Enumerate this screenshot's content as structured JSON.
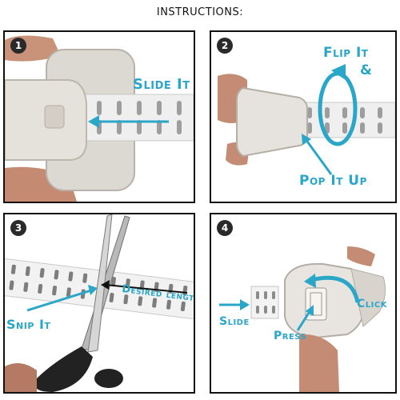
{
  "title": "INSTRUCTIONS:",
  "colors": {
    "accent": "#2aa6c8",
    "badge": "#2a2a2a",
    "border": "#111111"
  },
  "steps": [
    {
      "number": "1",
      "labels": [
        "Slide It"
      ]
    },
    {
      "number": "2",
      "labels": [
        "Flip It",
        "&",
        "Pop It Up"
      ]
    },
    {
      "number": "3",
      "labels": [
        "Desired length",
        "Snip It"
      ]
    },
    {
      "number": "4",
      "labels": [
        "Slide",
        "Click",
        "Press"
      ]
    }
  ]
}
